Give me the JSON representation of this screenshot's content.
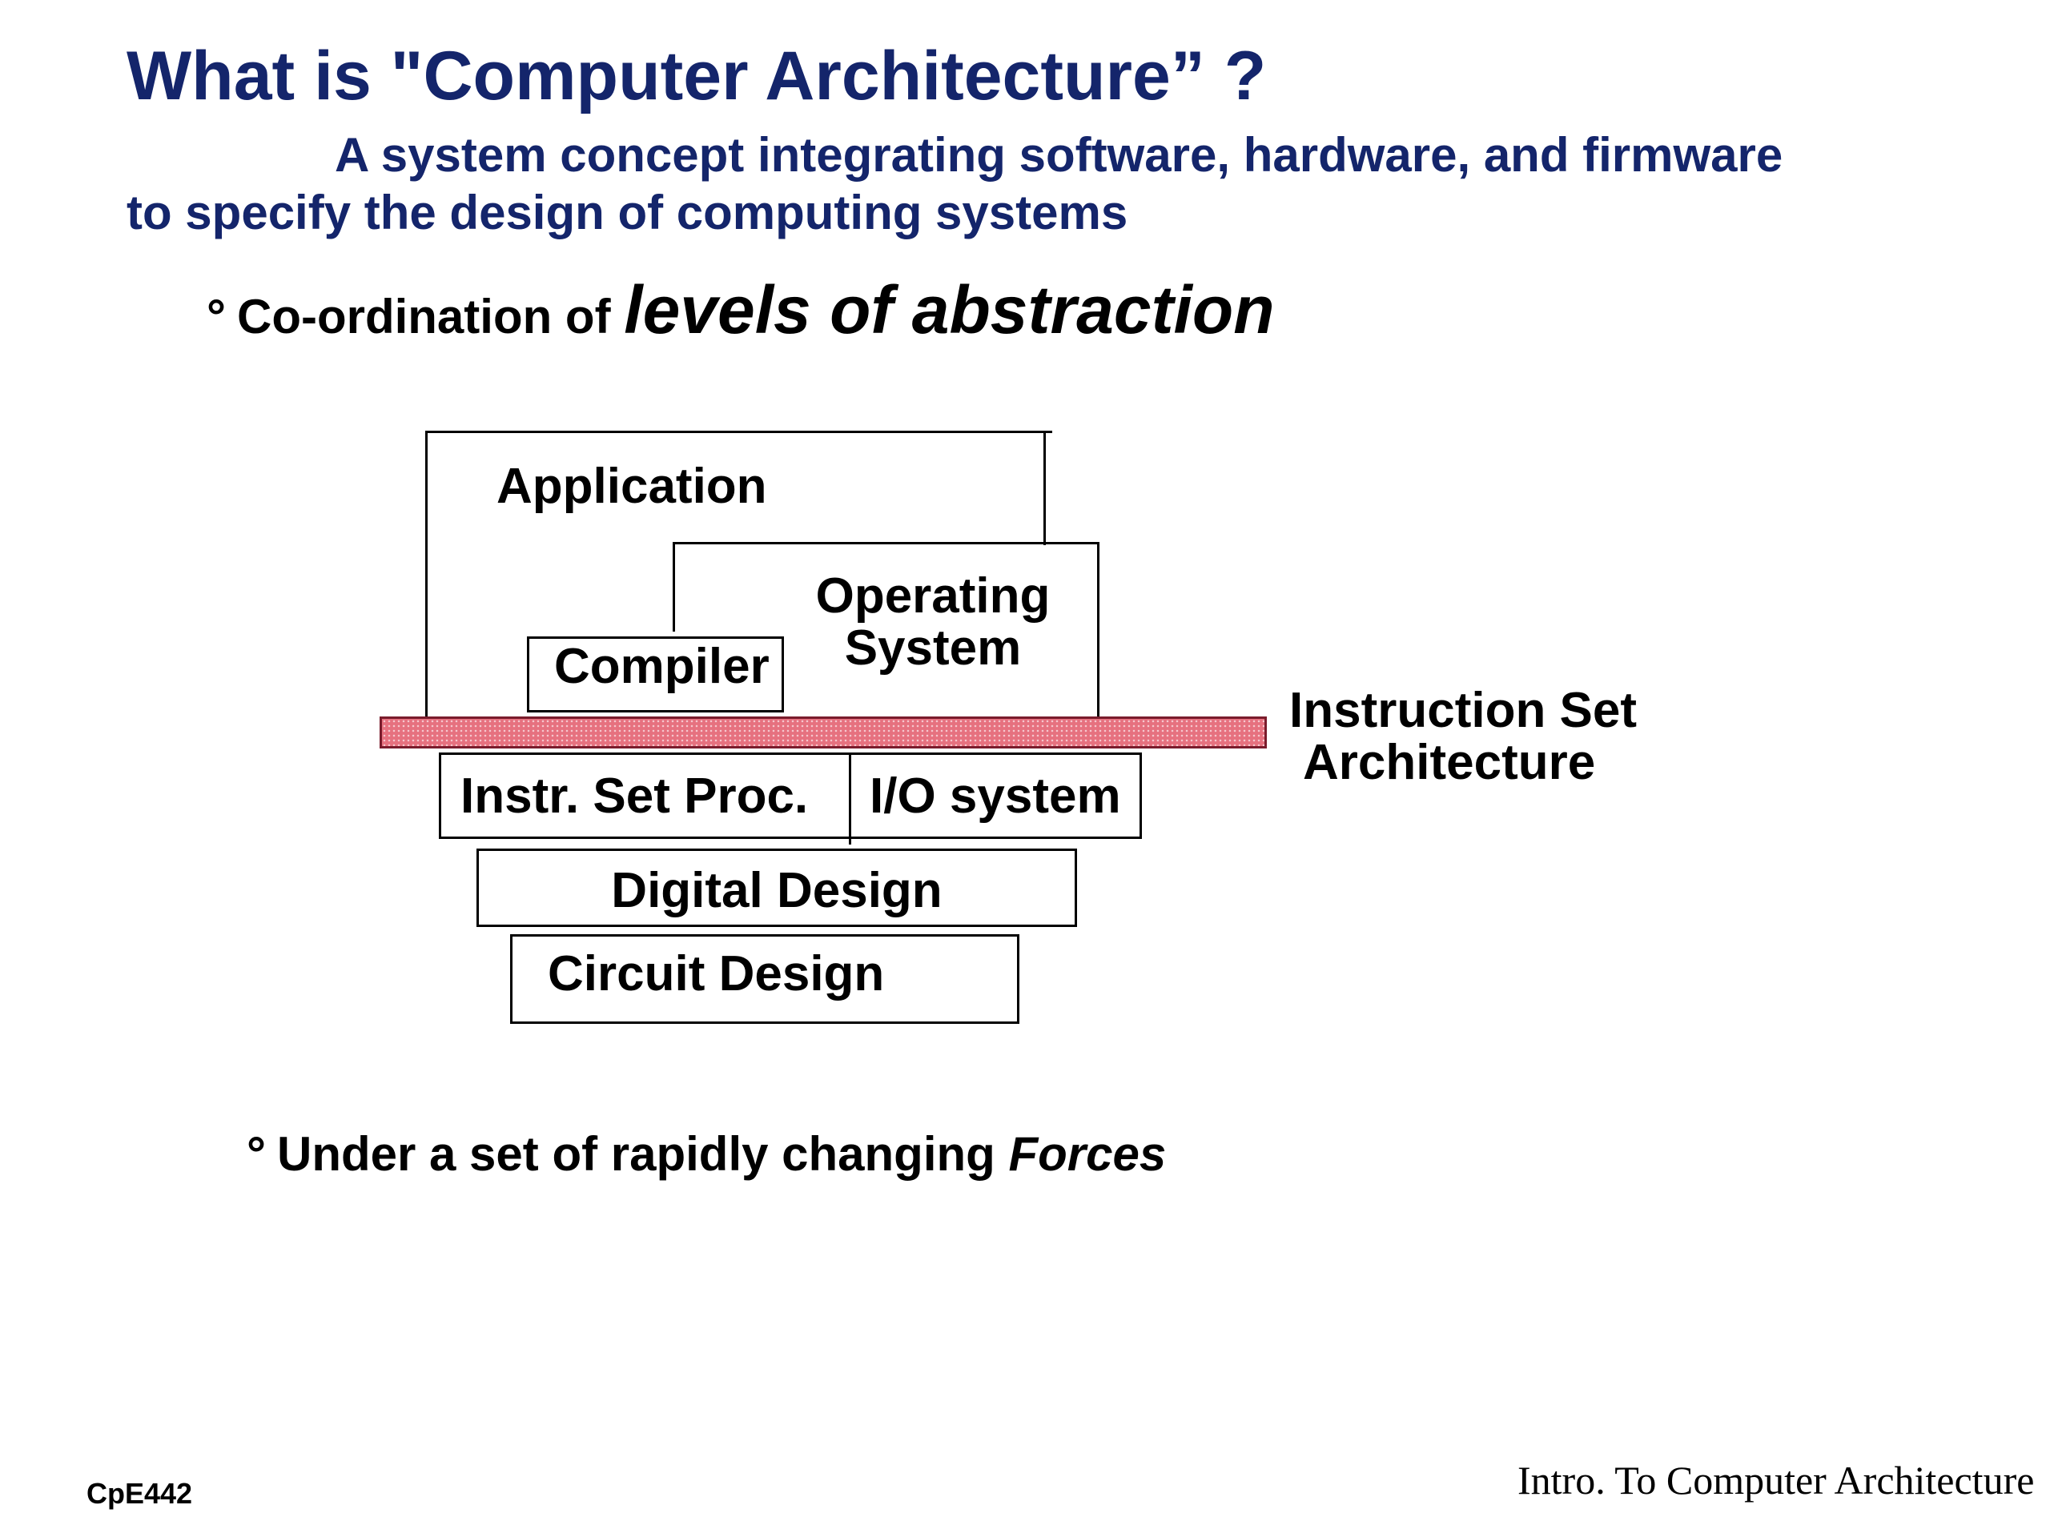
{
  "slide": {
    "title": "What is \"Computer Architecture”  ?",
    "subtitle_line1": "A system concept integrating software, hardware, and firmware",
    "subtitle_line2": "to specify the design of computing systems",
    "bullet1_prefix": "Co-ordination of",
    "bullet1_emphasis": "levels of abstraction",
    "bullet2_prefix": "Under a  set of rapidly  changing",
    "bullet2_emphasis": "Forces",
    "bullet_marker": "°"
  },
  "diagram": {
    "application": "Application",
    "operating_system_line1": "Operating",
    "operating_system_line2": "System",
    "compiler": "Compiler",
    "isa_line1": "Instruction Set",
    "isa_line2": "Architecture",
    "instr_set_proc": "Instr. Set Proc.",
    "io_system": "I/O system",
    "digital_design": "Digital Design",
    "circuit_design": "Circuit Design",
    "isa_bar_color": "#e6717f"
  },
  "footer": {
    "course": "CpE442",
    "course_title": "Intro. To Computer Architecture"
  },
  "colors": {
    "title": "#14256b",
    "text": "#000000"
  }
}
